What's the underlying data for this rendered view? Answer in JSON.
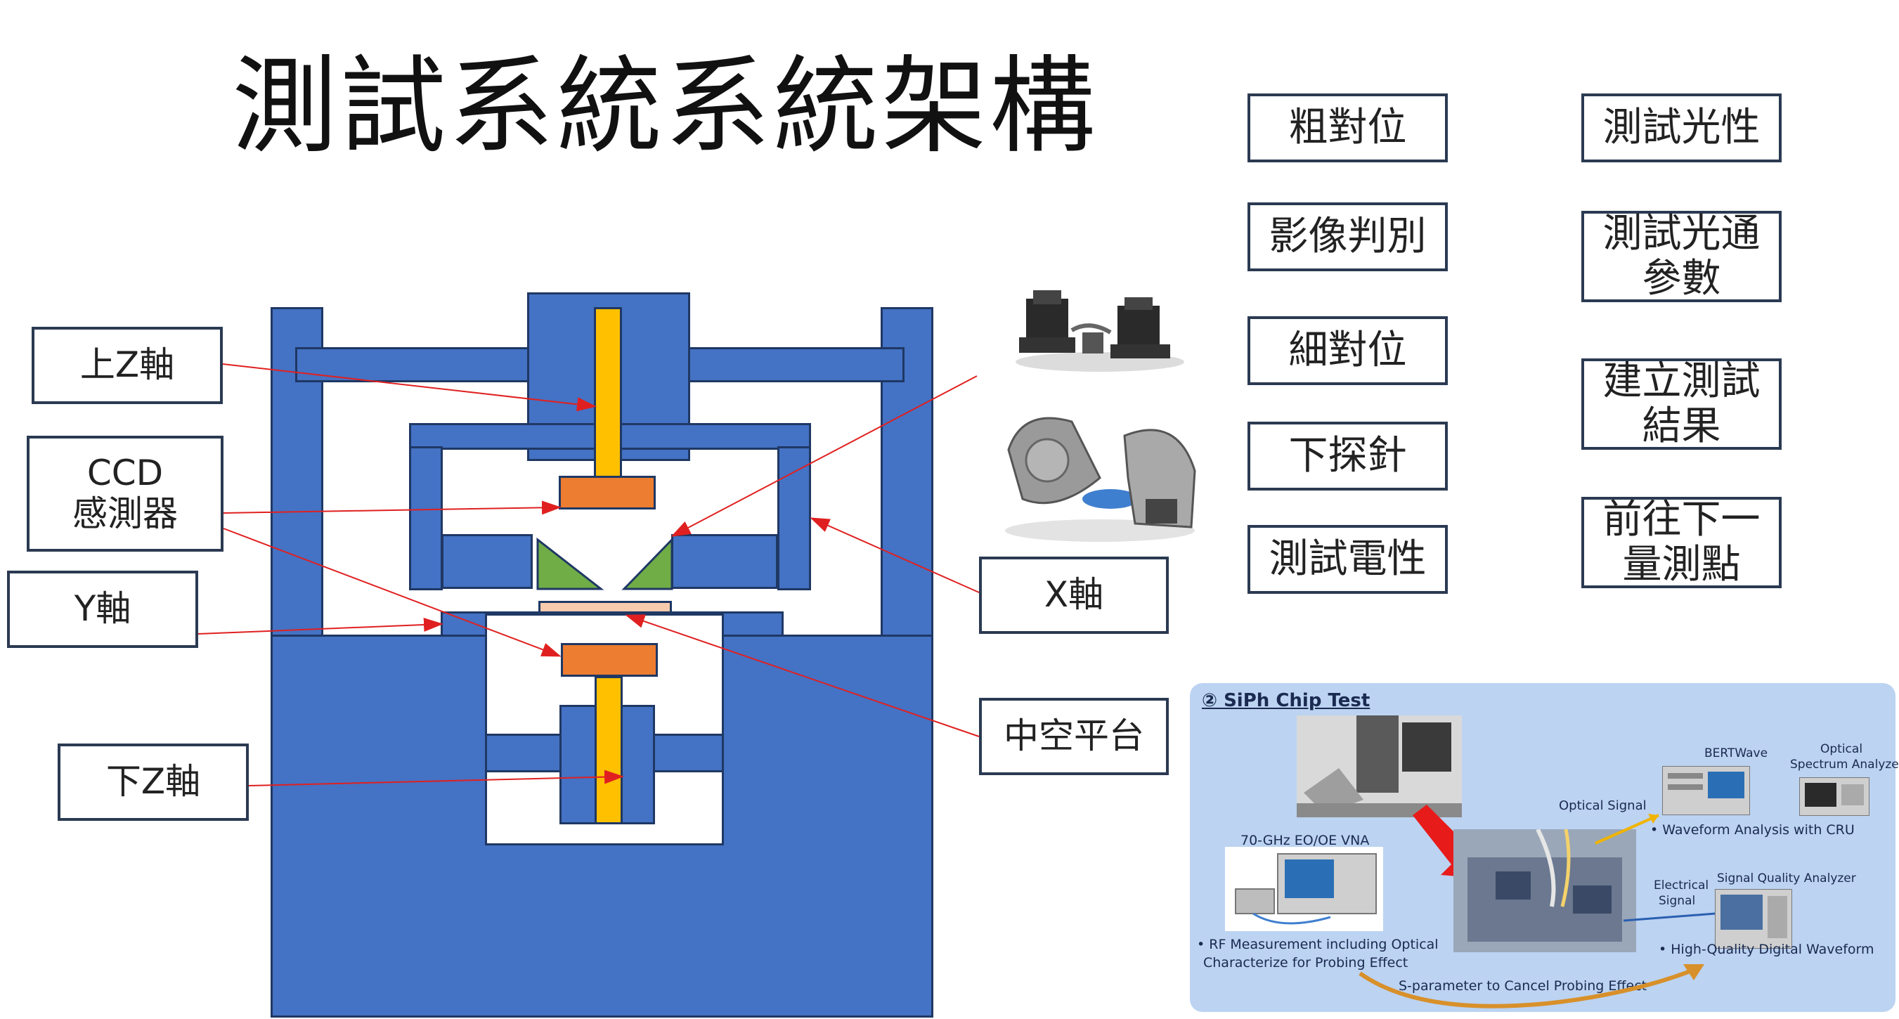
{
  "title": "測試系統系統架構",
  "labels": {
    "upper_z": "上Z軸",
    "ccd_line1": "CCD",
    "ccd_line2": "感測器",
    "y_axis": "Y軸",
    "lower_z": "下Z軸",
    "x_axis": "X軸",
    "hollow_platform": "中空平台"
  },
  "flow_left": [
    "粗對位",
    "影像判別",
    "細對位",
    "下探針",
    "測試電性"
  ],
  "flow_right": [
    [
      "測試光性"
    ],
    [
      "測試光通",
      "參數"
    ],
    [
      "建立測試",
      "結果"
    ],
    [
      "前往下一",
      "量測點"
    ]
  ],
  "colors": {
    "frame_blue": "#4472c4",
    "shaft_yellow": "#ffc000",
    "ccd_orange": "#ed7d31",
    "platform_pink": "#f8cbad",
    "probe_green": "#70ad47",
    "arrow_red": "#e02020",
    "panel_bg": "#bcd3f2"
  },
  "siph": {
    "title": "② SiPh Chip Test",
    "bertwave": "BERTWave",
    "osa_line1": "Optical",
    "osa_line2": "Spectrum Analyzer",
    "optical_signal": "Optical Signal",
    "waveform": "• Waveform Analysis with CRU",
    "vna": "70-GHz EO/OE VNA",
    "electrical_line1": "Electrical",
    "electrical_line2": "Signal",
    "sqa": "Signal Quality Analyzer",
    "rf_line1": "• RF Measurement including Optical",
    "rf_line2": "Characterize for Probing Effect",
    "hq": "• High-Quality Digital Waveform",
    "sparam": "S-parameter to Cancel Probing Effect"
  }
}
